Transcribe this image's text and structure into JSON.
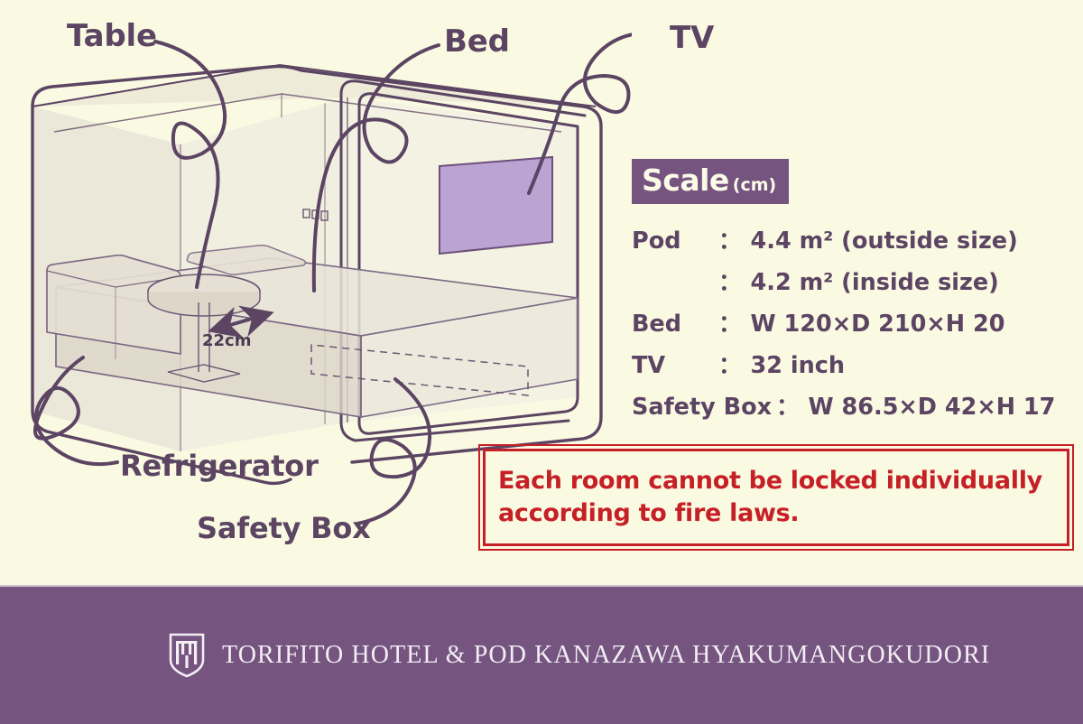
{
  "page": {
    "background_color": "#fafae2",
    "accent_purple": "#755480",
    "line_purple": "#5c4463",
    "warning_red": "#c62026",
    "tv_screen_color": "#bba3d2"
  },
  "callouts": [
    {
      "id": "table",
      "label": "Table"
    },
    {
      "id": "bed",
      "label": "Bed"
    },
    {
      "id": "tv",
      "label": "TV"
    },
    {
      "id": "refrigerator",
      "label": "Refrigerator"
    },
    {
      "id": "safety_box",
      "label": "Safety Box"
    }
  ],
  "dimension_annotation": {
    "label": "22cm"
  },
  "scale": {
    "badge_title": "Scale",
    "badge_unit": "(cm)",
    "rows": [
      {
        "key": "Pod",
        "colon": "：",
        "value": "4.4 m² (outside size)"
      },
      {
        "key": "",
        "colon": "：",
        "value": "4.2 m² (inside size)"
      },
      {
        "key": "Bed",
        "colon": "：",
        "value": "W 120×D 210×H 20"
      },
      {
        "key": "TV",
        "colon": "：",
        "value": "32 inch"
      },
      {
        "key": "Safety Box",
        "colon": "：",
        "value": "W 86.5×D 42×H 17"
      }
    ]
  },
  "warning": {
    "line1": "Each room cannot be locked individually",
    "line2": "according to fire laws."
  },
  "footer": {
    "brand": "TORIFITO HOTEL & POD  KANAZAWA  HYAKUMANGOKUDORI",
    "logo_name": "shield-logo"
  }
}
